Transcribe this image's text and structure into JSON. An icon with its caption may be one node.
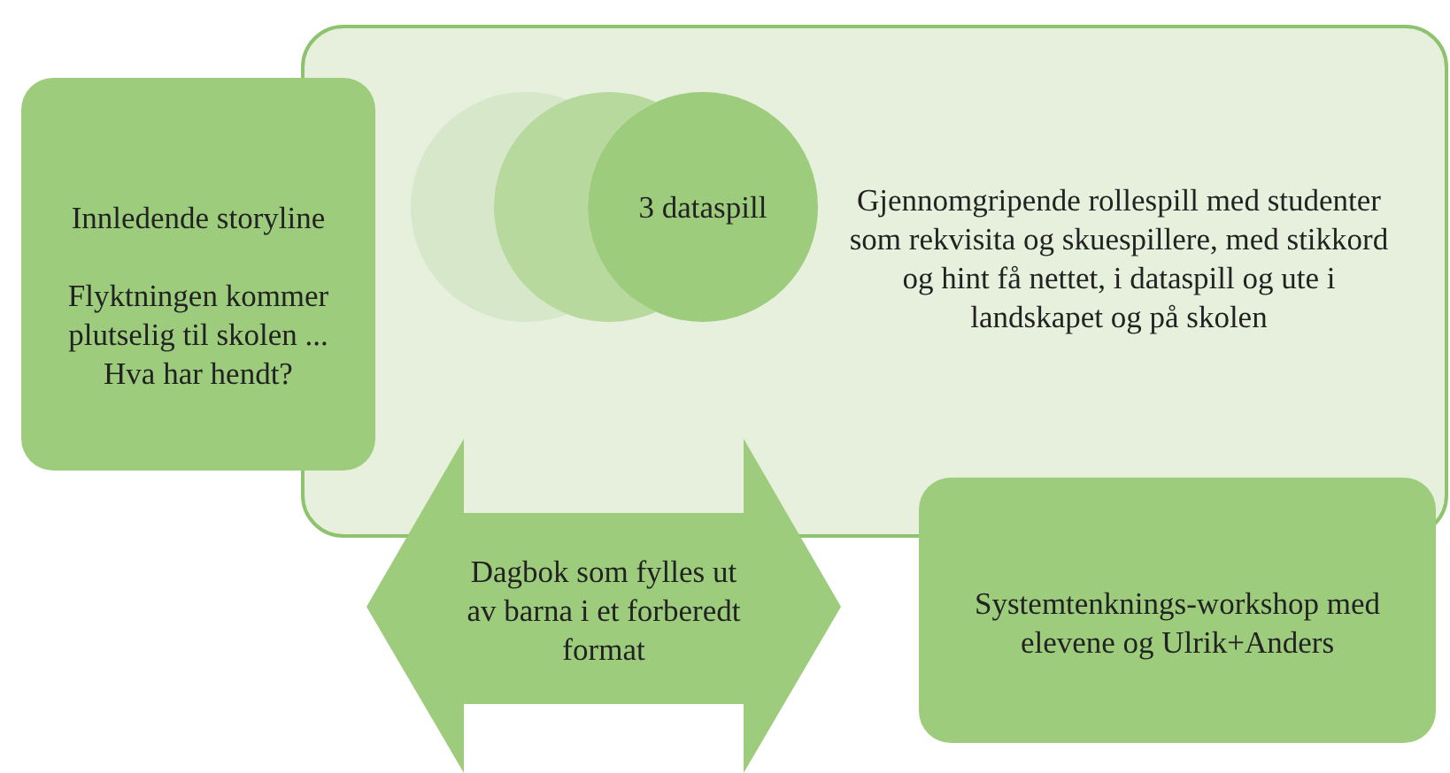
{
  "diagram": {
    "nodes": [
      {
        "text": [
          "Gjennomgripende rollespill med studenter som rekvisita og skuespillere, med stikkord og hint få nettet, i dataspill og ute i landskapet og på skolen"
        ]
      },
      {
        "text": [],
        "shape": "circle",
        "in": 0
      },
      {
        "text": [],
        "shape": "circle",
        "in": 0
      },
      {
        "text": [
          "3 dataspill"
        ],
        "in": 0
      },
      {
        "text": [
          "Innledende storyline",
          "Flyktningen kommer plutselig til skolen ... Hva har hendt?"
        ]
      },
      {
        "text": [
          "Dagbok som fylles ut av barna i et forberedt format"
        ]
      },
      {
        "text": [
          "Systemtenknings-workshop med elevene og Ulrik+Anders"
        ]
      }
    ],
    "edges": []
  }
}
